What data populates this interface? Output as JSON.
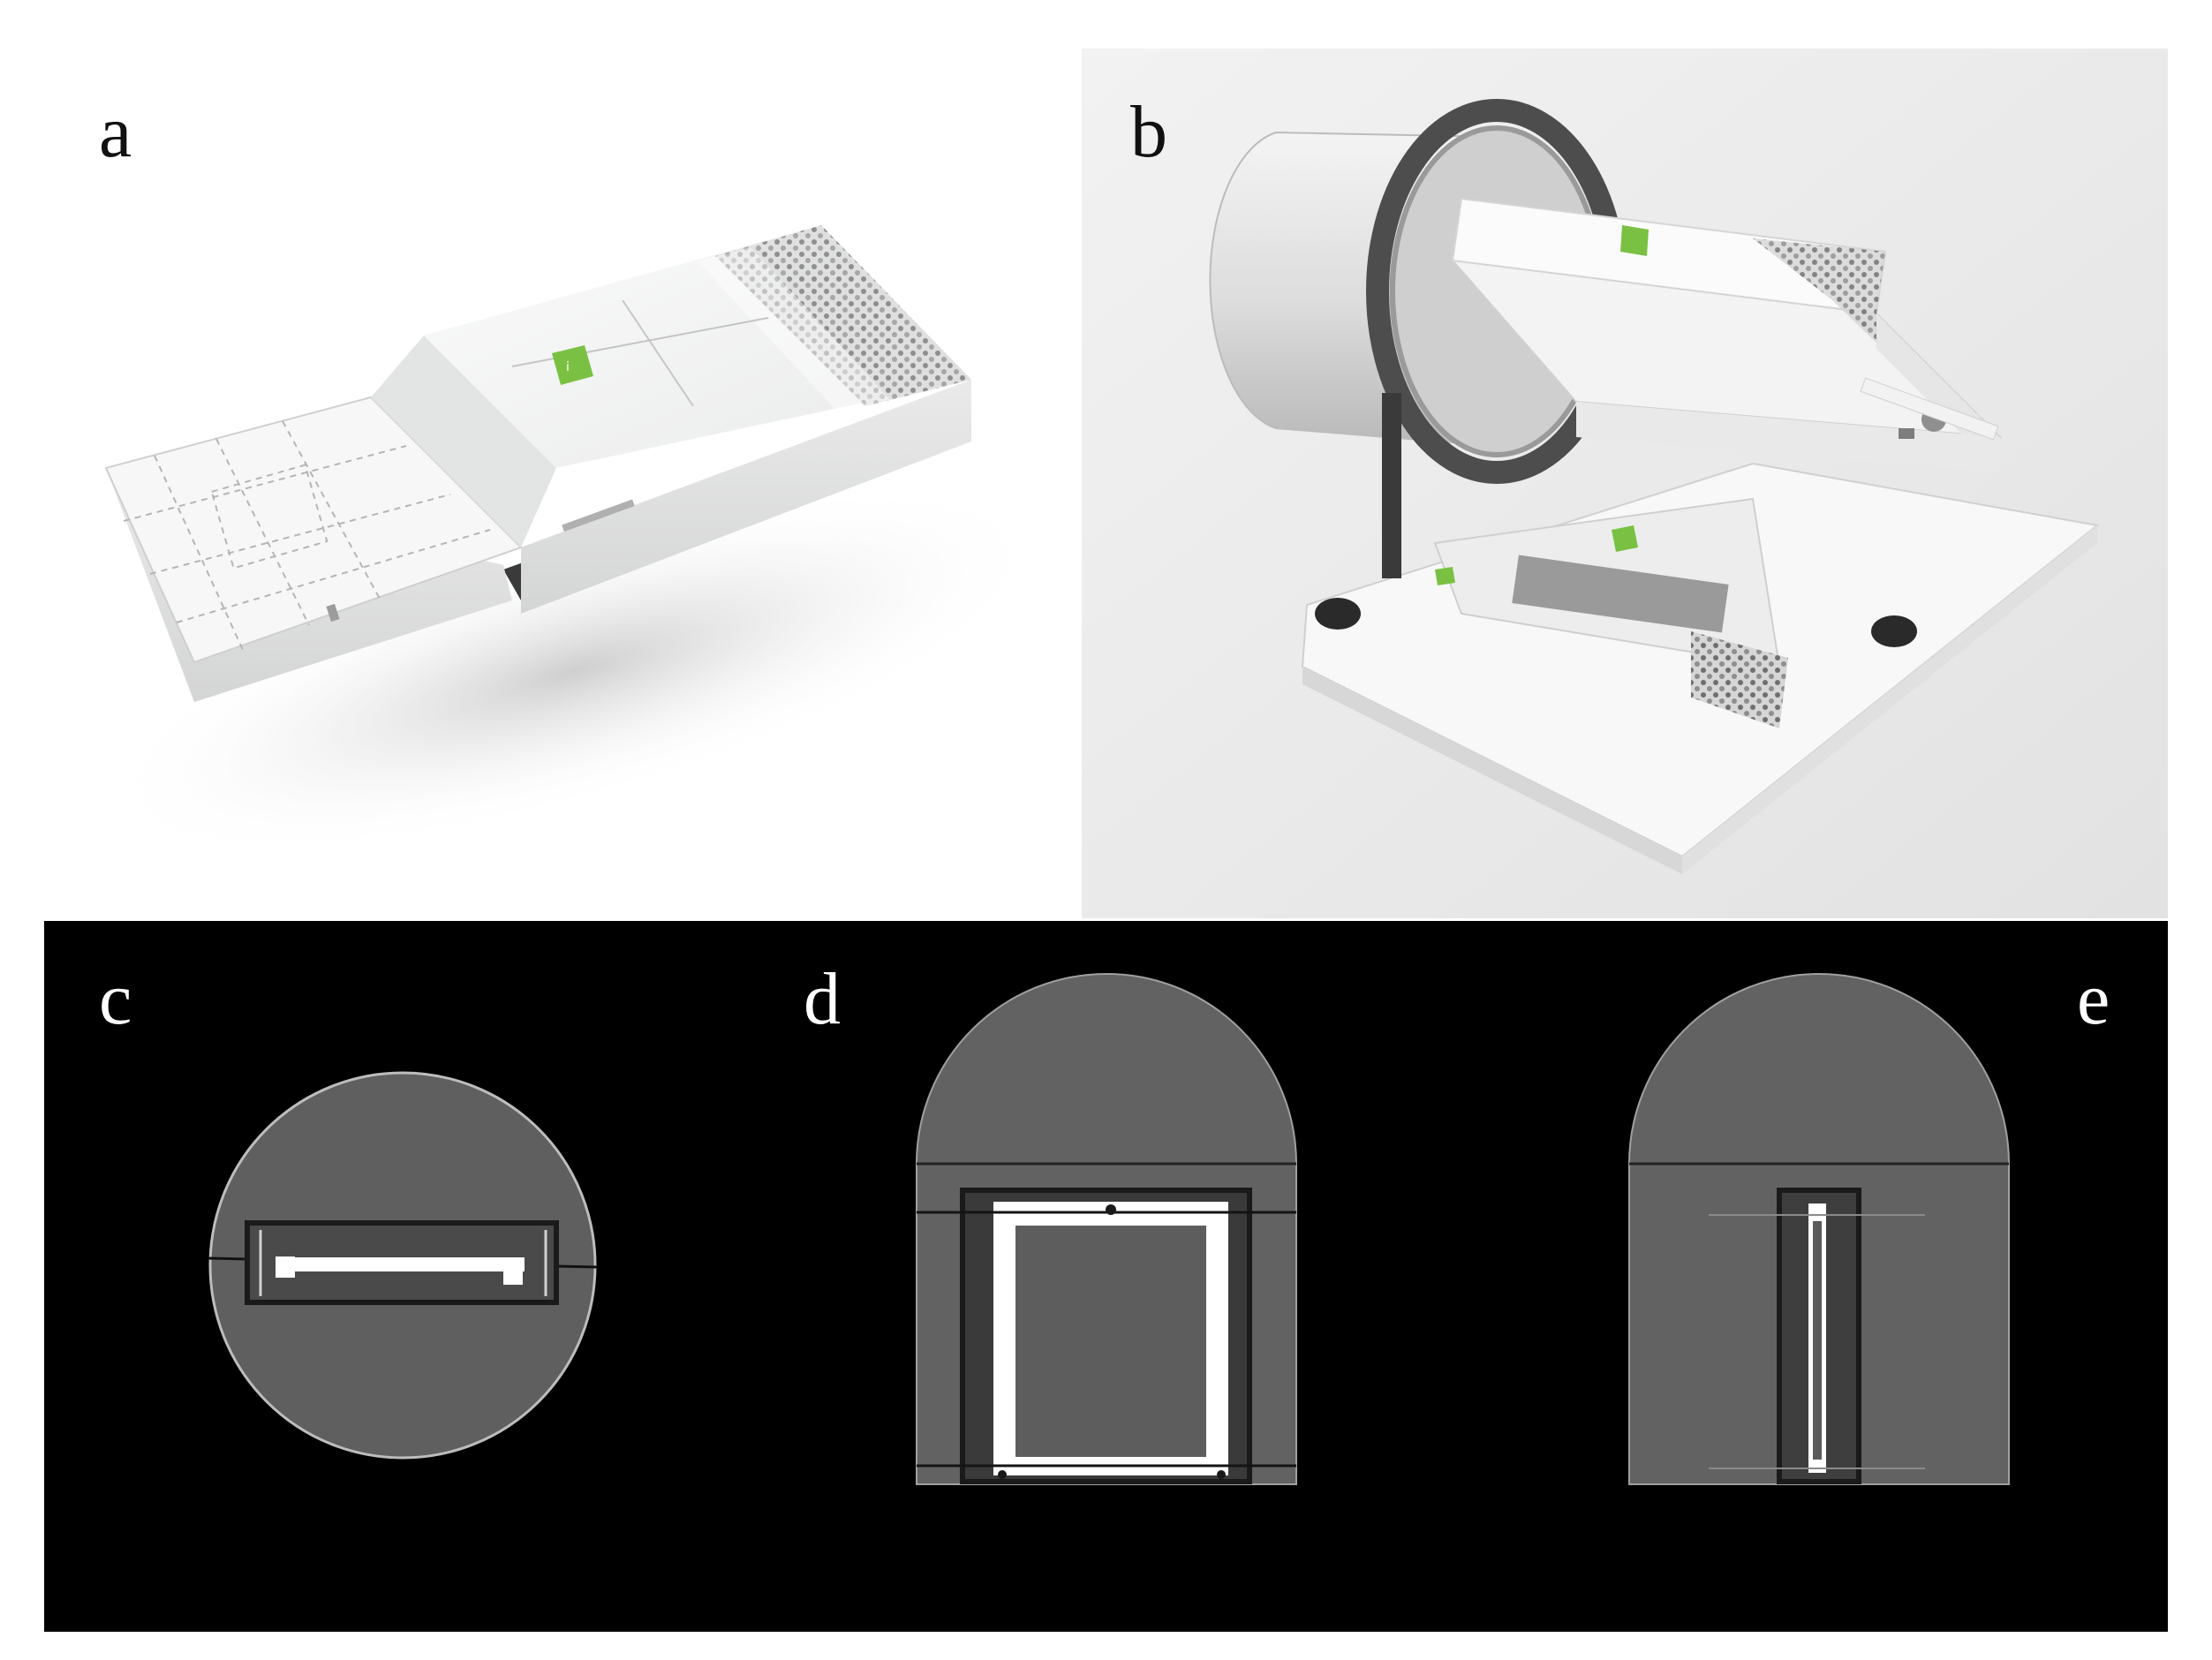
{
  "figure": {
    "panels": [
      {
        "id": "a",
        "label": "a",
        "content": "render-detector-device"
      },
      {
        "id": "b",
        "label": "b",
        "content": "render-device-in-phantom-holder"
      },
      {
        "id": "c",
        "label": "c",
        "content": "ct-axial-slice"
      },
      {
        "id": "d",
        "label": "d",
        "content": "ct-coronal-slice"
      },
      {
        "id": "e",
        "label": "e",
        "content": "ct-sagittal-slice"
      }
    ]
  },
  "colors": {
    "background": "#ffffff",
    "ct_background": "#000000",
    "ct_phantom": "#5e5e5e",
    "device_body": "#f1f2f2",
    "logo_green": "#7ac143"
  }
}
